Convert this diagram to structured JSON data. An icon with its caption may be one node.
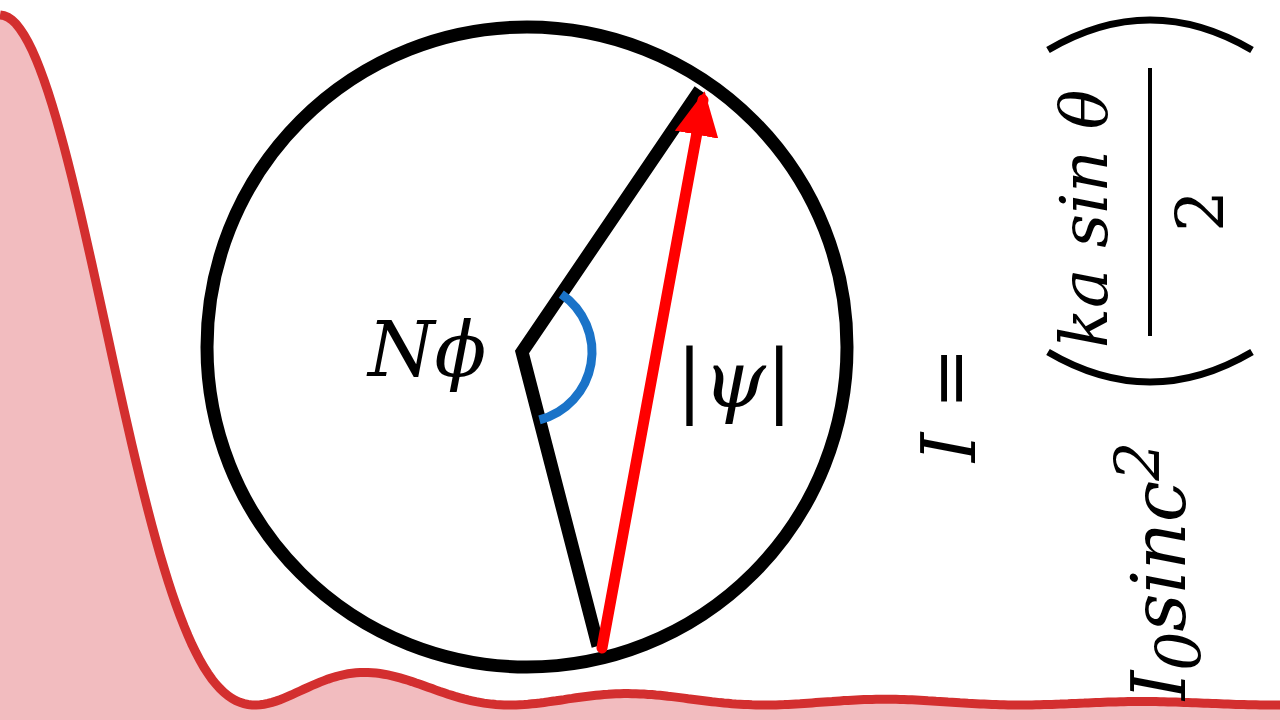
{
  "diagram": {
    "labels": [
      "Nϕ",
      "|ψ|",
      "I =",
      "I$_{0}$sinc$^{2}$",
      "ka sin θ",
      "2"
    ]
  }
}
